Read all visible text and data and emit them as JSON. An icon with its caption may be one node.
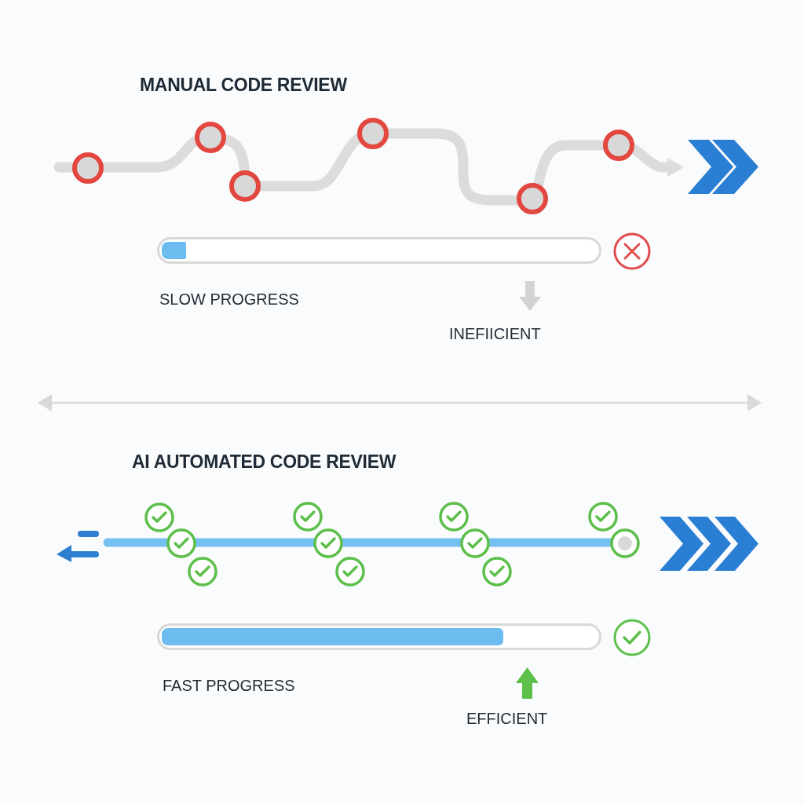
{
  "diagram": {
    "labels": [
      "MANUAL CODE REVIEW",
      "SLOW PROGRESS",
      "INEFIICIENT",
      "AI AUTOMATED CODE REVIEW",
      "FAST PROGRESS",
      "EFFICIENT"
    ]
  }
}
